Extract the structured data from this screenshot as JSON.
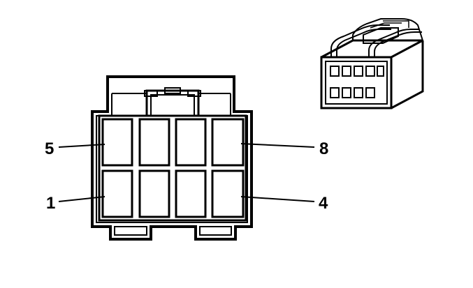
{
  "connector": {
    "pin_labels": {
      "top_left": "5",
      "top_right": "8",
      "bottom_left": "1",
      "bottom_right": "4"
    }
  },
  "colors": {
    "line": "#000000",
    "background": "#ffffff"
  }
}
